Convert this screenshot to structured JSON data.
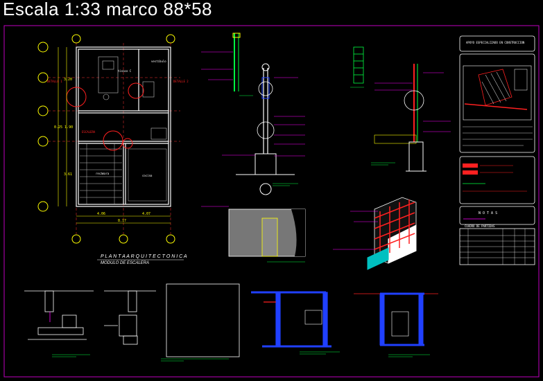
{
  "title": "Escala 1:33 marco 88*58",
  "colors": {
    "background": "#000000",
    "frame": "#c000c0",
    "walls": "#ffffff",
    "dimension": "#ffff00",
    "axis": "#ff3030",
    "annotation_red": "#ff2020",
    "annotation_magenta": "#ff00ff",
    "annotation_green": "#00ff40",
    "blue": "#2040ff",
    "cyan": "#00c0c0"
  },
  "plan": {
    "labels": {
      "room1": "tinaco C",
      "room2": "vestíbulo",
      "room3": "recámara",
      "room4": "cocina",
      "detail_left": "DETALLE 1",
      "detail_right": "DETALLE 2",
      "stair": "ESCALERA"
    },
    "dimensions": {
      "left_top": "3.20",
      "left_mid": "0.25  1.90",
      "left_bottom": "3.61",
      "bottom_left": "4.06",
      "bottom_right": "4.07",
      "bottom_total": "8.17"
    },
    "caption_line1": "P L A N T A   A R Q U I T E C T O N I C A",
    "caption_line2": "MODULO DE ESCALERA"
  },
  "right_panel": {
    "header": "APOYO ESPECIALIZADO EN CONSTRUCCION",
    "notes_title": "N O T A S",
    "table_title": "CUADRO DE PARTIDAS"
  }
}
